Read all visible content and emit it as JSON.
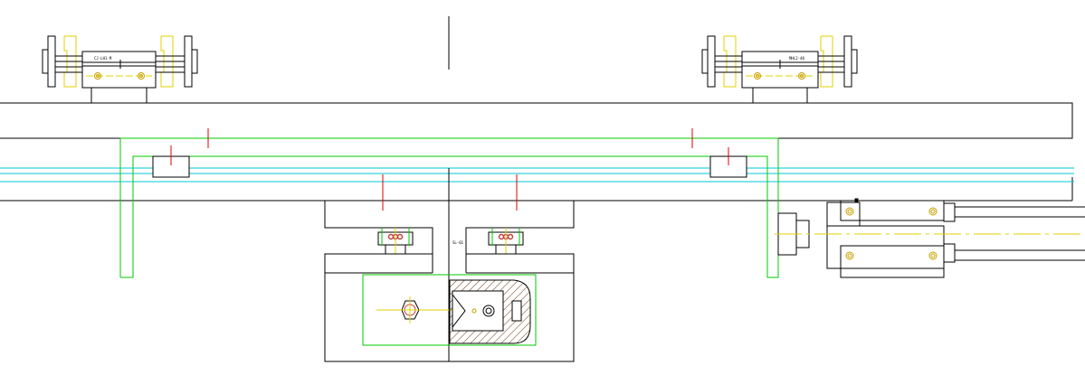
{
  "drawing": {
    "title": "",
    "colors": {
      "outline": "#000000",
      "frame": "#00c800",
      "rail": "#00c8d2",
      "center": "#e0d000",
      "cut": "#e00000",
      "hatch": "#6a2a00",
      "bolt": "#c04040"
    },
    "left_gripper": {
      "label": "CJ-LH1-M"
    },
    "right_gripper": {
      "label": "MHL2-40"
    },
    "center_tag": {
      "label": "SL-01"
    }
  }
}
